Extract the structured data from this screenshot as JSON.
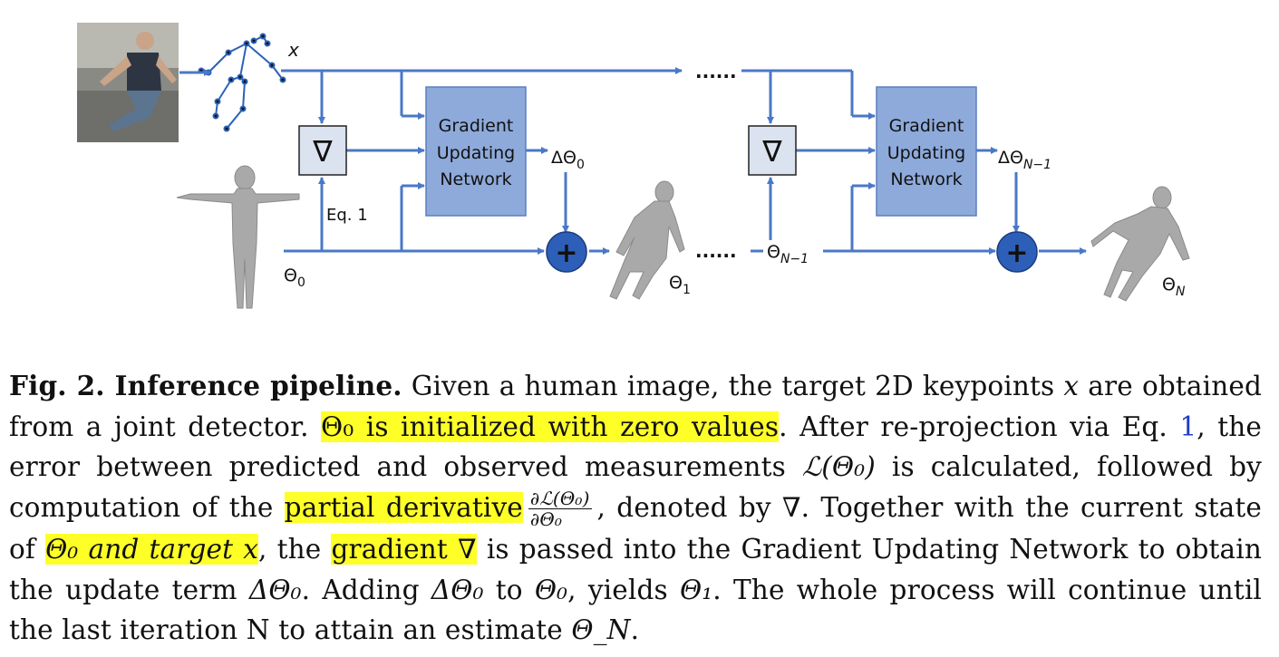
{
  "figure": {
    "keypoint_label": "x",
    "ellipsis_top": "......",
    "ellipsis_bottom": "......",
    "block1": {
      "line1": "Gradient",
      "line2": "Updating",
      "line3": "Network"
    },
    "block2": {
      "line1": "Gradient",
      "line2": "Updating",
      "line3": "Network"
    },
    "nabla_symbol": "∇",
    "eq_label": "Eq. 1",
    "delta_theta_0": "ΔΘ",
    "delta_theta_0_sub": "0",
    "delta_theta_n1": "ΔΘ",
    "delta_theta_n1_sub": "N−1",
    "theta_0": "Θ",
    "theta_0_sub": "0",
    "theta_1": "Θ",
    "theta_1_sub": "1",
    "theta_n1": "Θ",
    "theta_n1_sub": "N−1",
    "theta_n": "Θ",
    "theta_n_sub": "N",
    "plus_symbol": "+",
    "colors": {
      "arrow": "#4a78c8",
      "block": "#8eaadb",
      "block_border": "#5a7fc0",
      "plus_fill": "#2e5fb8",
      "nabla_fill": "#dbe3f0"
    }
  },
  "caption": {
    "fig_label": "Fig. 2. Inference pipeline.",
    "t1": " Given a human image, the target 2D keypoints ",
    "x1": "x",
    "t2": " are obtained from a joint detector. ",
    "h1": "Θ₀ is initialized with zero values",
    "t3": ". After re-projection via Eq. ",
    "ref": "1",
    "t4": ", the error between predicted and observed measurements ",
    "m1": "ℒ(Θ₀)",
    "t5": " is calculated, followed by computation of the ",
    "h2": "partial derivative",
    "frac_num": "∂ℒ(Θ₀)",
    "frac_den": "∂Θ₀",
    "t6": ", denoted by ∇. Together with the current state of ",
    "h3": "Θ₀ and target x",
    "t7": ", the ",
    "h4": "gradient ∇",
    "t8": " is passed into the Gradient Updating Network to obtain the update term ",
    "m2": "ΔΘ₀",
    "t9": ". Adding ",
    "m3": "ΔΘ₀",
    "t10": " to ",
    "m4": "Θ₀",
    "t11": ", yields ",
    "m5": "Θ₁",
    "t12": ". The whole process will continue until the last iteration N to attain an estimate ",
    "m6": "Θ_N",
    "t13": "."
  }
}
